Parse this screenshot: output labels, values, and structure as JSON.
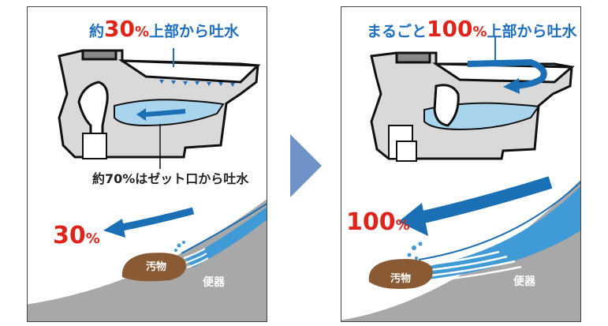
{
  "left_panel": {
    "title_prefix": "約",
    "title_number": "30",
    "title_unit": "%",
    "title_suffix": "上部から吐水",
    "bottom_label": "約70%はゼット口から吐水",
    "flow_percent_number": "30",
    "flow_percent_unit": "%",
    "dirt_label": "汚物",
    "surface_label": "便器"
  },
  "right_panel": {
    "title_prefix": "まるごと",
    "title_number": "100",
    "title_unit": "%",
    "title_suffix": "上部から吐水",
    "flow_percent_number": "100",
    "flow_percent_unit": "%",
    "dirt_label": "汚物",
    "surface_label": "便器"
  },
  "colors": {
    "accent_red": "#e2231a",
    "accent_blue": "#1f6fc0",
    "water_light": "#a9d4ee",
    "arrow_blue": "#1b6fb5",
    "bowl_gray": "#d9d9d9",
    "surface_gray": "#a8a8a8",
    "dirt_brown": "#8a5a34",
    "divider_arrow": "#6f93c8"
  }
}
